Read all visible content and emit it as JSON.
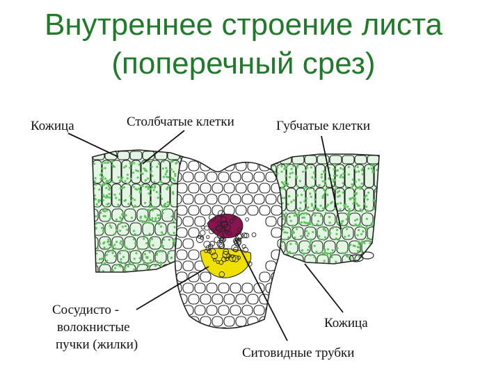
{
  "title": {
    "line1": "Внутреннее строение листа",
    "line2": "(поперечный срез)",
    "color": "#1f7a2a"
  },
  "labels": {
    "epidermis_top": "Кожица",
    "palisade_cells": "Столбчатые клетки",
    "spongy_cells": "Губчатые клетки",
    "bundle_line1": "Сосудисто -",
    "bundle_line2": "волокнистые",
    "bundle_line3": "пучки (жилки)",
    "epidermis_bottom": "Кожица",
    "sieve_tubes": "Ситовидные трубки"
  },
  "colors": {
    "chloroplast_fill": "#e3f5e3",
    "chloroplast_dot": "#5fc45f",
    "phloem": "#8a1450",
    "xylem": "#f0e000",
    "outline": "#222222"
  }
}
